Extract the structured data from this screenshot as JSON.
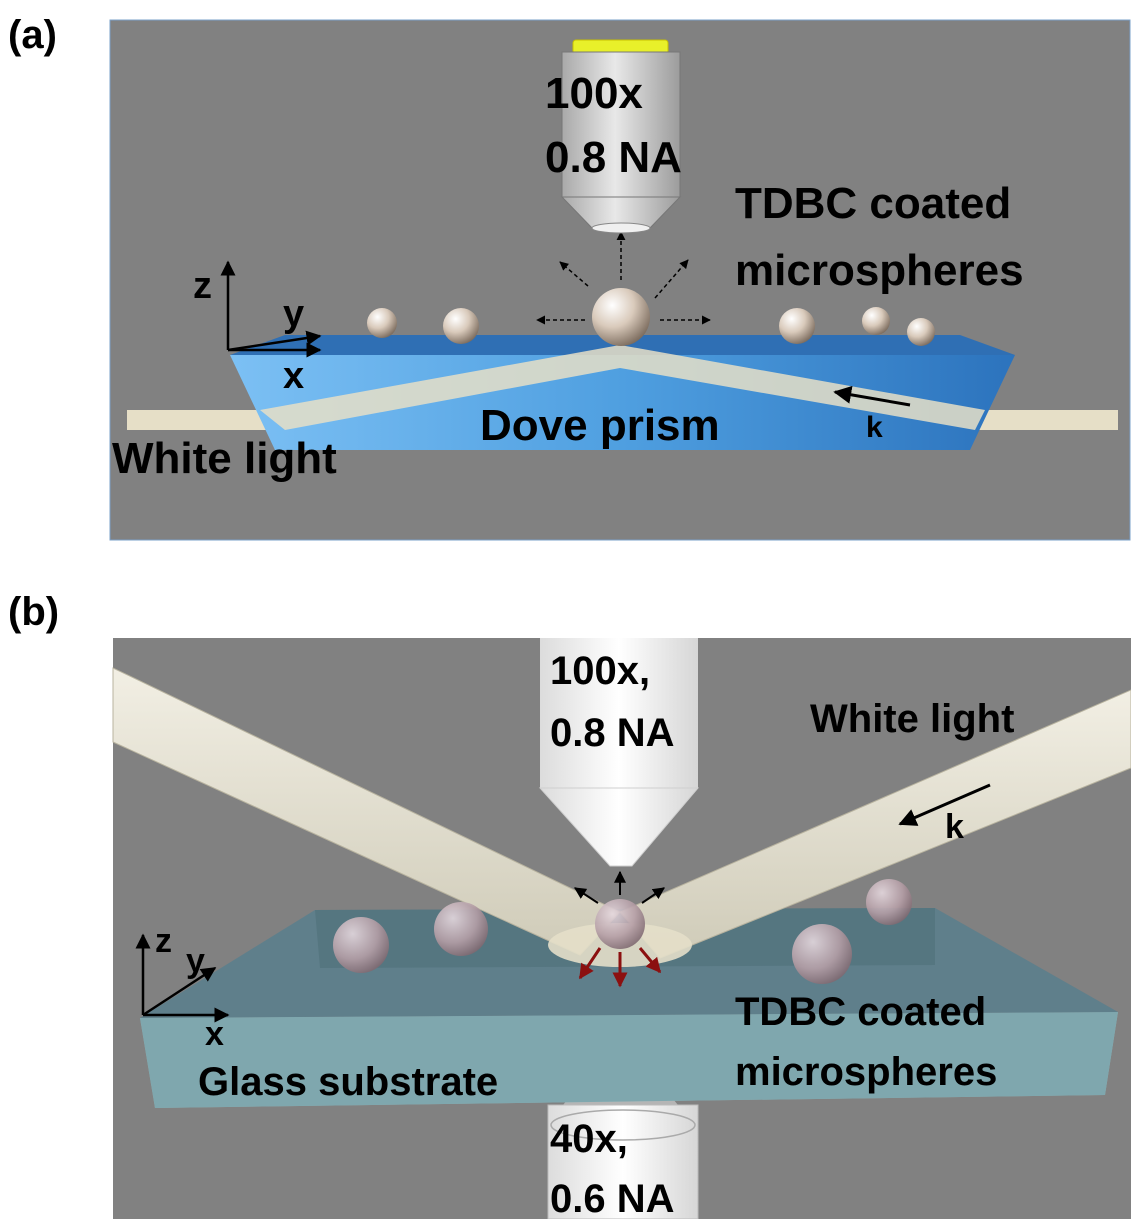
{
  "panel_a": {
    "tag": "(a)",
    "objective_mag": "100x",
    "objective_na": "0.8 NA",
    "sample_line1": "TDBC coated",
    "sample_line2": "microspheres",
    "prism": "Dove prism",
    "light": "White light",
    "wavevector": "k",
    "axis_z": "z",
    "axis_y": "y",
    "axis_x": "x"
  },
  "panel_b": {
    "tag": "(b)",
    "top_objective_mag": "100x,",
    "top_objective_na": "0.8 NA",
    "light": "White light",
    "wavevector": "k",
    "substrate": "Glass substrate",
    "sample_line1": "TDBC coated",
    "sample_line2": "microspheres",
    "bottom_objective_mag": "40x,",
    "bottom_objective_na": "0.6 NA",
    "axis_z": "z",
    "axis_y": "y",
    "axis_x": "x"
  },
  "colors": {
    "background": "#818181",
    "prism_top": "#2e6fb3",
    "prism_body": "#5aa8e8",
    "beam": "#e6dfc7",
    "sphere": "#d8cfc6",
    "substrate": "#5c7f8c",
    "substrate_edge": "#a8d8d8",
    "emission_arrow": "#8b1010"
  }
}
